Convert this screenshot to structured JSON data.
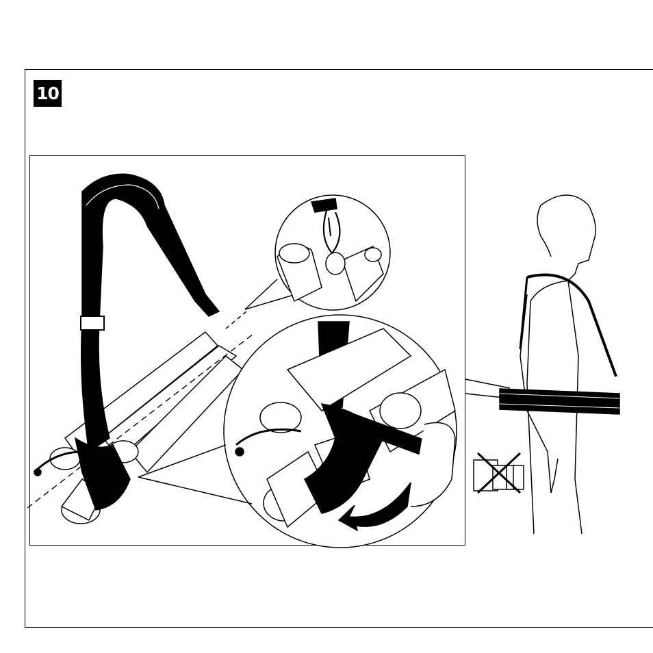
{
  "step": {
    "number": "10"
  },
  "illustrations": {
    "main": {
      "icon": "tripod-with-shoulder-strap"
    },
    "detail_top": {
      "icon": "strap-loop-attachment"
    },
    "detail_bottom": {
      "icon": "strap-wrapped-around-legs"
    },
    "person": {
      "icon": "person-carrying-tripod"
    },
    "warning": {
      "icon": "no-camera-mounted-icon"
    }
  },
  "colors": {
    "line": "#000000",
    "background": "#ffffff"
  }
}
